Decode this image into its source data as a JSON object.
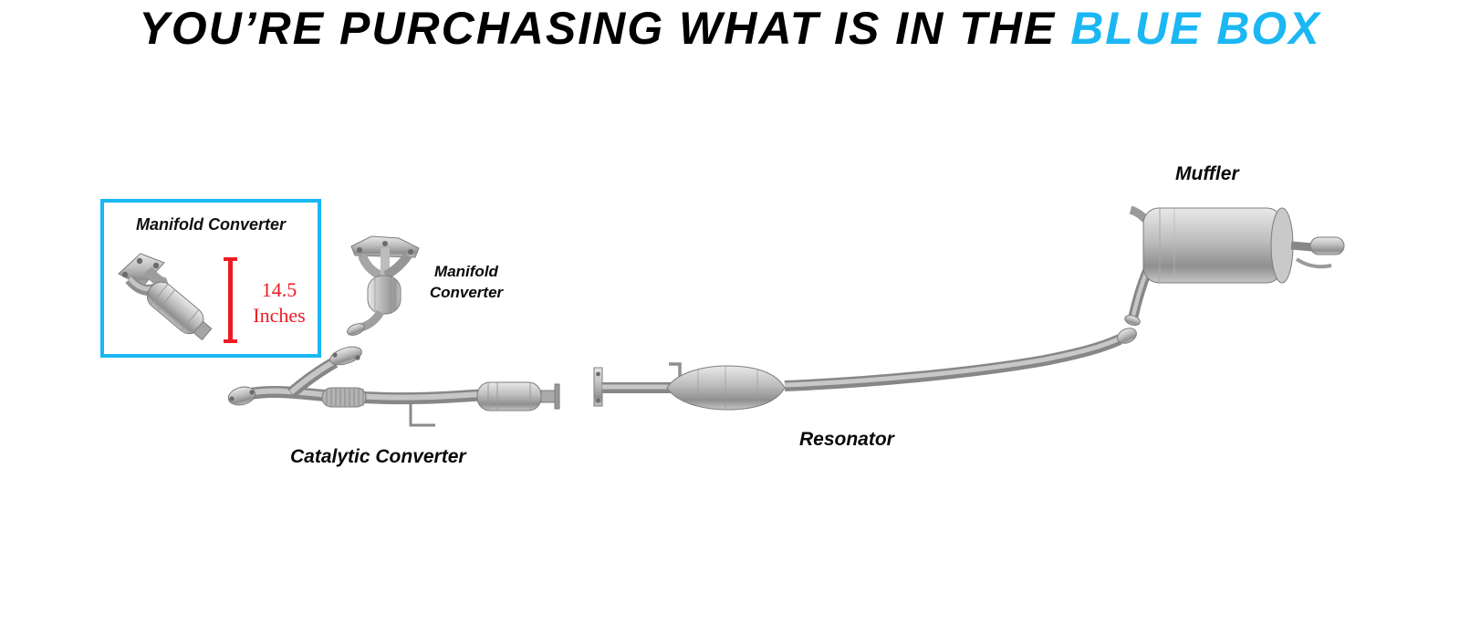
{
  "title": {
    "prefix": "YOU’RE PURCHASING WHAT IS IN THE",
    "highlight": "BLUE BOX"
  },
  "colors": {
    "highlight_color": "#1bb7f3",
    "box_border_color": "#1bb7f3",
    "measurement_color": "#ed1c24"
  },
  "blue_box": {
    "part_label": "Manifold Converter",
    "measurement_value": "14.5",
    "measurement_unit": "Inches"
  },
  "parts": {
    "manifold_converter": {
      "label_line1": "Manifold",
      "label_line2": "Converter"
    },
    "catalytic_converter": {
      "label": "Catalytic Converter"
    },
    "resonator": {
      "label": "Resonator"
    },
    "muffler": {
      "label": "Muffler"
    }
  }
}
